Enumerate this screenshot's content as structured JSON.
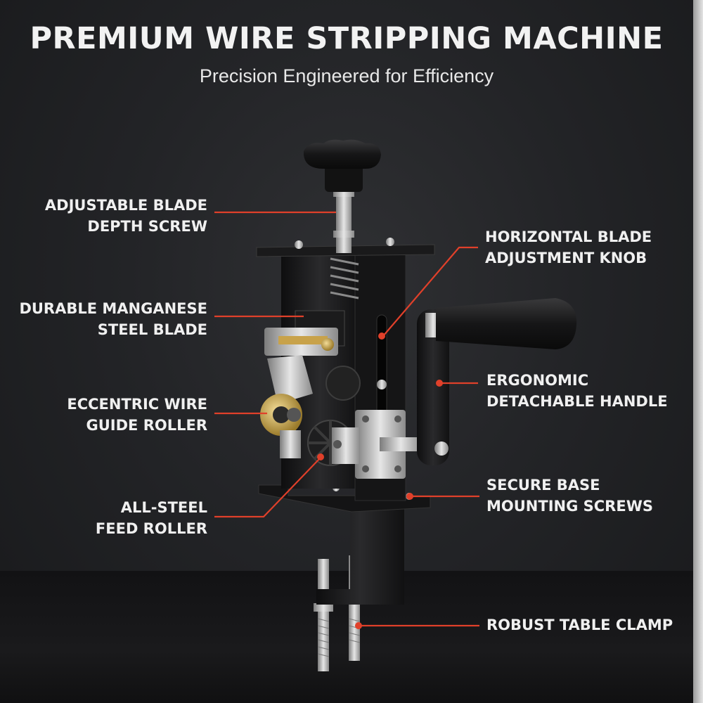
{
  "header": {
    "title": "PREMIUM WIRE STRIPPING MACHINE",
    "subtitle": "Precision Engineered for Efficiency"
  },
  "callouts": {
    "depth_screw": [
      "ADJUSTABLE BLADE",
      "DEPTH SCREW"
    ],
    "blade": [
      "DURABLE MANGANESE",
      "STEEL BLADE"
    ],
    "guide_roller": [
      "ECCENTRIC WIRE",
      "GUIDE ROLLER"
    ],
    "feed_roller": [
      "ALL-STEEL",
      "FEED ROLLER"
    ],
    "horizontal_knob": [
      "HORIZONTAL BLADE",
      "ADJUSTMENT KNOB"
    ],
    "handle": [
      "ERGONOMIC",
      "DETACHABLE HANDLE"
    ],
    "base_screws": [
      "SECURE BASE",
      "MOUNTING SCREWS"
    ],
    "clamp": [
      "ROBUST TABLE CLAMP"
    ]
  },
  "colors": {
    "accent": "#e0402a",
    "text": "#f0f0f0",
    "background": "#232427"
  }
}
